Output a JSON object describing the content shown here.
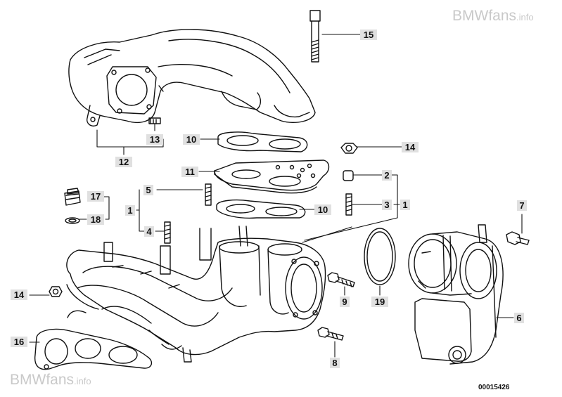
{
  "watermark": {
    "brand": "BMW",
    "site": "fans",
    "tld": ".info"
  },
  "diagram_ref": "00015426",
  "callouts": {
    "c1a": "1",
    "c1b": "1",
    "c2": "2",
    "c3": "3",
    "c4": "4",
    "c5": "5",
    "c6": "6",
    "c7": "7",
    "c8": "8",
    "c9": "9",
    "c10a": "10",
    "c10b": "10",
    "c11": "11",
    "c12": "12",
    "c13": "13",
    "c14a": "14",
    "c14b": "14",
    "c15": "15",
    "c16": "16",
    "c17": "17",
    "c18": "18",
    "c19": "19"
  }
}
